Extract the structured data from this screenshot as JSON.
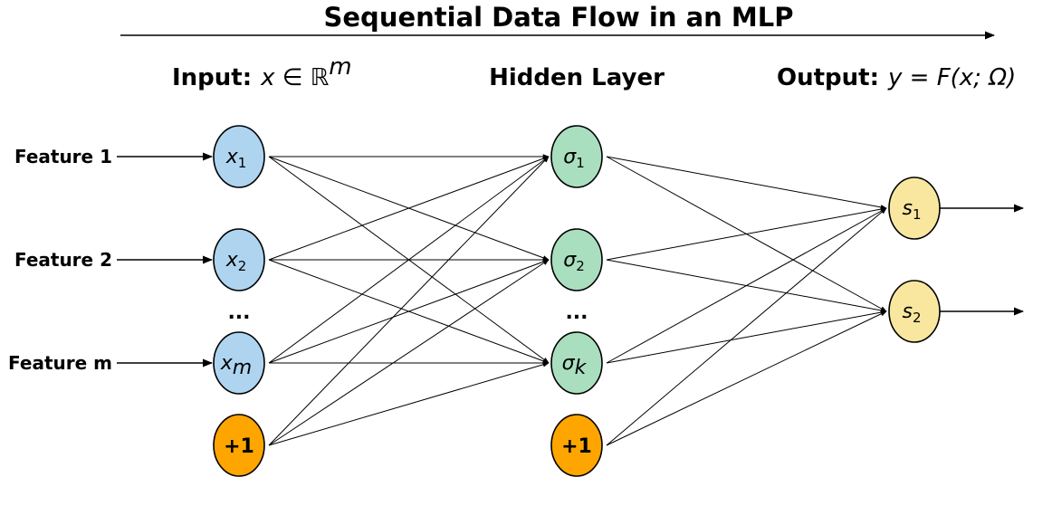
{
  "title": "Sequential Data Flow in an MLP",
  "headers": {
    "input": {
      "bold": "Input:",
      "math": "x ∈ ℝ",
      "sup": "m"
    },
    "hidden": {
      "bold": "Hidden Layer"
    },
    "output": {
      "bold": "Output:",
      "math": "y = F(x; Ω)"
    }
  },
  "features": [
    "Feature 1",
    "Feature 2",
    "Feature m"
  ],
  "input_nodes": [
    {
      "base": "x",
      "sub": "1"
    },
    {
      "base": "x",
      "sub": "2"
    },
    {
      "base": "x",
      "sub": "m"
    }
  ],
  "hidden_nodes": [
    {
      "base": "σ",
      "sub": "1"
    },
    {
      "base": "σ",
      "sub": "2"
    },
    {
      "base": "σ",
      "sub": "k"
    }
  ],
  "output_nodes": [
    {
      "base": "s",
      "sub": "1"
    },
    {
      "base": "s",
      "sub": "2"
    }
  ],
  "bias_label": "+1",
  "ellipsis": "...",
  "colors": {
    "input_fill": "#aed4f0",
    "hidden_fill": "#a9dfbf",
    "output_fill": "#f9e79f",
    "bias_fill": "#ffa500",
    "stroke": "#000000"
  }
}
